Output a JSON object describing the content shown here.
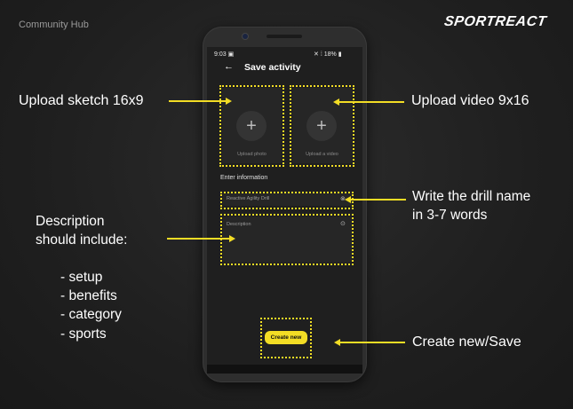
{
  "header": {
    "hub_label": "Community Hub",
    "brand": "SPORTREACT"
  },
  "phone": {
    "status": {
      "time": "9:03",
      "right": "18%"
    },
    "title": "Save activity",
    "uploads": {
      "photo_label": "Upload photo",
      "video_label": "Upload a video"
    },
    "section_label": "Enter information",
    "name_field": {
      "value": "Reactive Agility Drill"
    },
    "description_field": {
      "placeholder": "Description"
    },
    "create_button": "Create new"
  },
  "annotations": {
    "sketch": "Upload sketch 16x9",
    "video": "Upload video 9x16",
    "drill_name_line1": "Write the drill name",
    "drill_name_line2": "in 3-7 words",
    "description_line1": "Description",
    "description_line2": "should include:",
    "bullets": [
      "- setup",
      "- benefits",
      "- category",
      "- sports"
    ],
    "create": "Create new/Save"
  },
  "colors": {
    "accent": "#f3dd25",
    "background": "#1f1f1f"
  }
}
